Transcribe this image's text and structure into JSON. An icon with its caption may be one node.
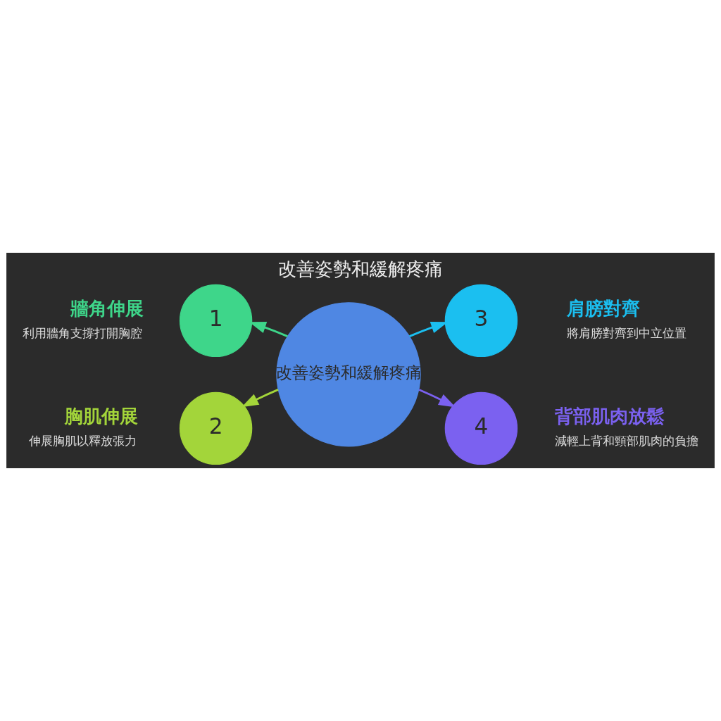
{
  "diagram": {
    "title": "改善姿勢和緩解疼痛",
    "nodes": [
      {
        "text": [
          "2"
        ],
        "beside": [
          "胸肌伸展",
          "伸展胸肌以釋放張力"
        ]
      },
      {
        "text": [
          "1"
        ],
        "beside": [
          "牆角伸展",
          "利用牆角支撐打開胸腔"
        ]
      },
      {
        "text": [
          "改善姿勢和緩解疼痛"
        ]
      },
      {
        "text": [
          "3"
        ],
        "beside": [
          "肩膀對齊",
          "將肩膀對齊到中立位置"
        ]
      },
      {
        "text": [
          "4"
        ],
        "beside": [
          "背部肌肉放鬆",
          "減輕上背和頸部肌肉的負擔"
        ]
      }
    ],
    "edges": [
      {
        "from": 2,
        "to": 0,
        "arrow": "to",
        "color": "#a3d53a"
      },
      {
        "from": 2,
        "to": 1,
        "arrow": "to",
        "color": "#3ed68a"
      },
      {
        "from": 2,
        "to": 3,
        "arrow": "to",
        "color": "#1bbff0"
      },
      {
        "from": 2,
        "to": 4,
        "arrow": "to",
        "color": "#7b61f0"
      }
    ]
  }
}
